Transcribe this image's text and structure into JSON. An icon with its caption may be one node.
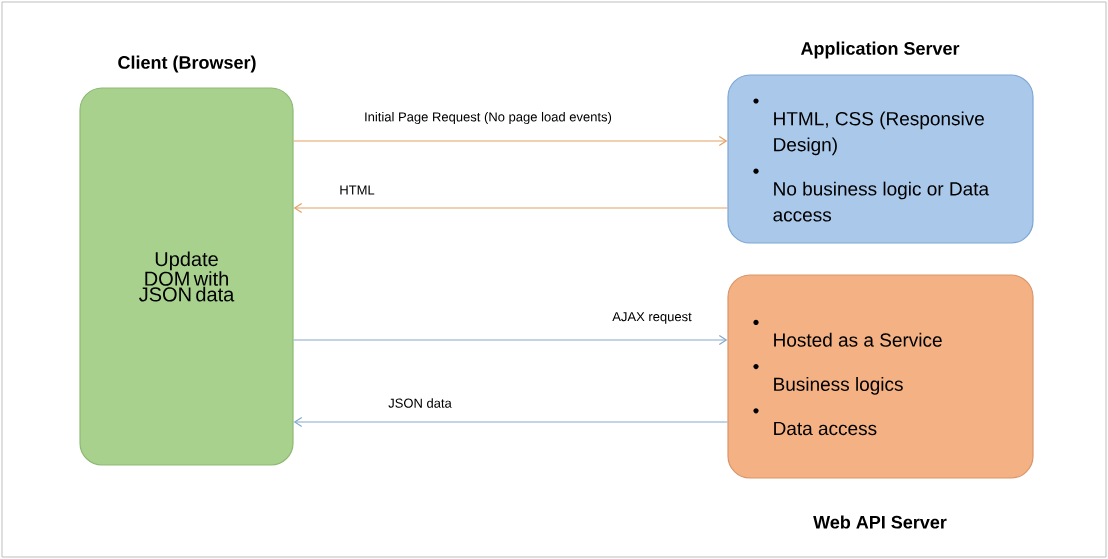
{
  "diagram": {
    "nodes": [
      {
        "text": [
          "Client (Browser)",
          "Update DOM with JSON data"
        ]
      },
      {
        "text": [
          "Application Server",
          "HTML, CSS (Responsive Design)",
          "No business logic or Data access"
        ]
      },
      {
        "text": [
          "Hosted as a Service",
          "Business logics",
          "Data access",
          "Web API Server"
        ]
      }
    ],
    "edges": [
      {
        "from": 0,
        "to": 1,
        "arrow": "to",
        "label": "Initial Page Request (No page load events)",
        "color": "#e3a065"
      },
      {
        "from": 1,
        "to": 0,
        "arrow": "to",
        "label": "HTML",
        "color": "#e3a065"
      },
      {
        "from": 0,
        "to": 2,
        "arrow": "to",
        "label": "AJAX request",
        "color": "#86a8cc"
      },
      {
        "from": 2,
        "to": 0,
        "arrow": "to",
        "label": "JSON data",
        "color": "#86a8cc"
      }
    ]
  }
}
